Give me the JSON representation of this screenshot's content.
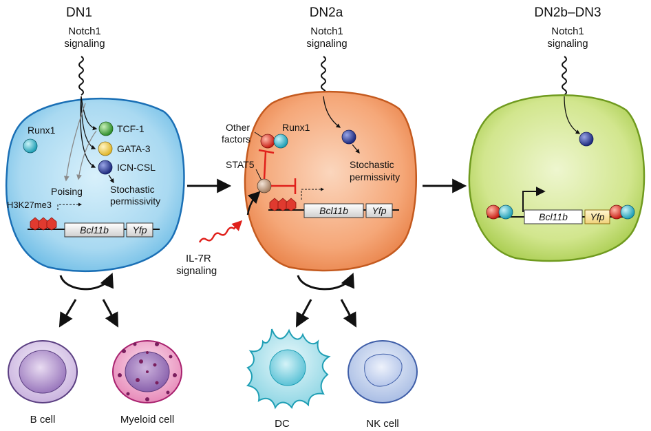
{
  "stages": {
    "dn1": "DN1",
    "dn2a": "DN2a",
    "dn2b_dn3": "DN2b–DN3"
  },
  "notch": {
    "line1": "Notch1",
    "line2": "signaling"
  },
  "factors": {
    "runx1": "Runx1",
    "tcf1": "TCF-1",
    "gata3": "GATA-3",
    "icn_csl": "ICN-CSL",
    "poising": "Poising",
    "h3k27me3": "H3K27me3",
    "stochastic": "Stochastic",
    "permissivity": "permissivity",
    "other": "Other",
    "factors_word": "factors",
    "stat5": "STAT5"
  },
  "il7r": {
    "line1": "IL-7R",
    "line2": "signaling"
  },
  "genes": {
    "bcl11b": "Bcl11b",
    "yfp": "Yfp"
  },
  "cells": {
    "b_cell": "B cell",
    "myeloid": "Myeloid cell",
    "dc": "DC",
    "nk": "NK cell"
  },
  "colors": {
    "dn1_fill": "#bfe3f5",
    "dn1_outline": "#1a6fb5",
    "dn2a_fill": "#f6b78f",
    "dn2a_outline": "#c45a1f",
    "dn3_fill": "#d9ea9a",
    "dn3_outline": "#6f9a1e",
    "tcf1": "#4cb04a",
    "gata3": "#f3d35a",
    "icn_csl": "#2f3f9e",
    "runx1": "#48bfcf",
    "other": "#e03a2f",
    "stat5": "#c9a58a",
    "inhibit": "#e0201b",
    "yfp_active": "#f6e3a0"
  }
}
